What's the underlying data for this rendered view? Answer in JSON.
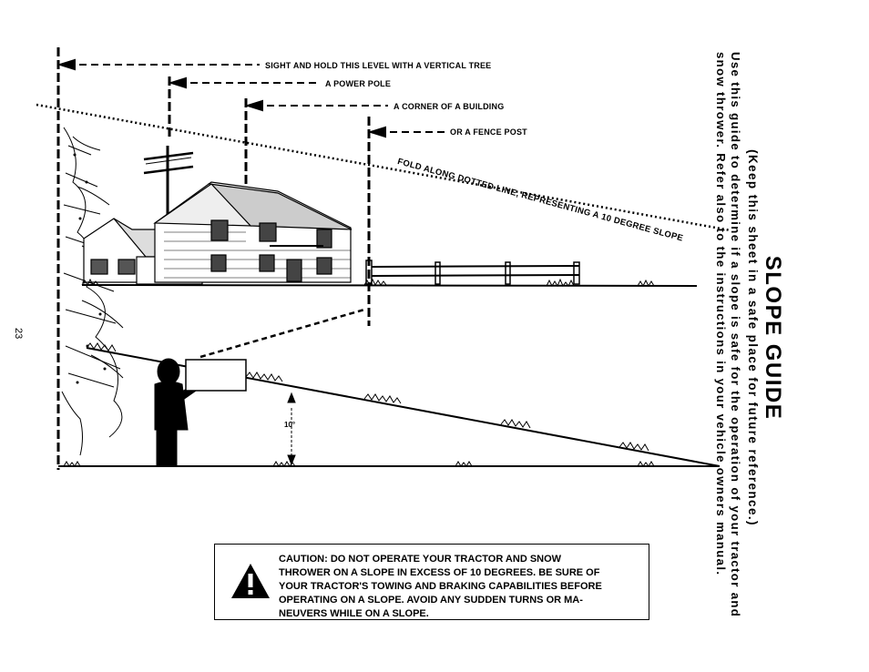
{
  "page_number": "23",
  "title": "SLOPE GUIDE",
  "subtitle": "(Keep this sheet in a safe place for future reference.)",
  "instructions_line1": "Use this guide to determine if a slope is safe for the operation of your tractor and",
  "instructions_line2": "snow thrower. Refer also to the instructions in your vehicle owners manual.",
  "sight_labels": {
    "tree": "SIGHT AND HOLD THIS LEVEL WITH A VERTICAL TREE",
    "pole": "A POWER POLE",
    "corner": "A CORNER OF A BUILDING",
    "fence": "OR A FENCE POST"
  },
  "fold_label": "FOLD ALONG DOTTED LINE, REPRESENTING A 10 DEGREE SLOPE",
  "angle_label": "10°",
  "caution": {
    "icon": "warning-triangle-icon",
    "line1": "CAUTION:  DO NOT OPERATE YOUR TRACTOR AND SNOW",
    "line2": "THROWER ON A SLOPE IN EXCESS OF 10 DEGREES. BE SURE OF",
    "line3": "YOUR TRACTOR'S TOWING AND BRAKING CAPABILITIES BEFORE",
    "line4": "OPERATING ON A SLOPE. AVOID ANY SUDDEN TURNS OR MA-",
    "line5": "NEUVERS WHILE ON A SLOPE."
  }
}
